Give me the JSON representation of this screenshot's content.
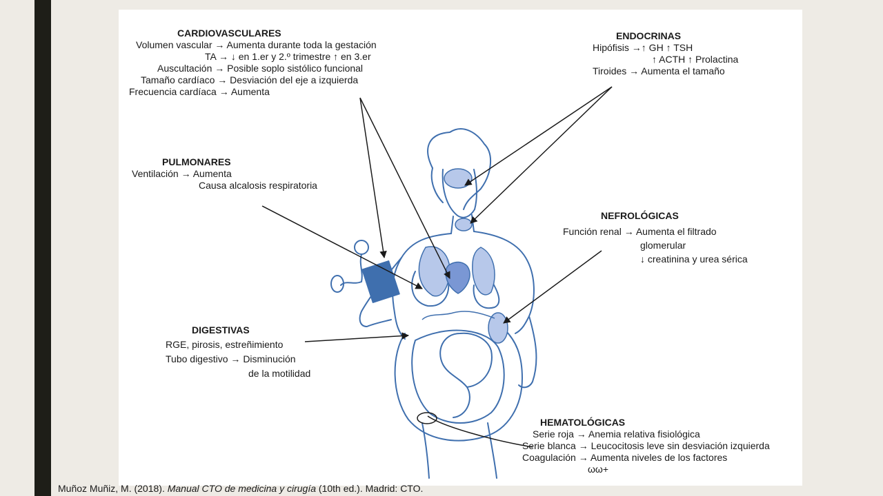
{
  "cardiovasculares": {
    "title": "CARDIOVASCULARES",
    "lines": [
      "Volumen vascular → Aumenta durante toda la gestación",
      "TA → ↓ en 1.er y 2.º trimestre ↑ en 3.er",
      "Auscultación → Posible soplo sistólico funcional",
      "Tamaño cardíaco → Desviación del eje a izquierda",
      "Frecuencia cardíaca → Aumenta"
    ]
  },
  "endocrinas": {
    "title": "ENDOCRINAS",
    "lines": [
      "Hipófisis →↑ GH ↑ TSH",
      "↑ ACTH ↑ Prolactina",
      "Tiroides → Aumenta el tamaño"
    ]
  },
  "pulmonares": {
    "title": "PULMONARES",
    "lines": [
      "Ventilación → Aumenta",
      "Causa alcalosis respiratoria"
    ]
  },
  "nefrologicas": {
    "title": "NEFROLÓGICAS",
    "lines": [
      "Función renal → Aumenta el filtrado",
      "glomerular",
      "↓ creatinina y urea sérica"
    ]
  },
  "digestivas": {
    "title": "DIGESTIVAS",
    "lines": [
      "RGE, pirosis, estreñimiento",
      "Tubo digestivo → Disminución",
      "de la motilidad"
    ]
  },
  "hematologicas": {
    "title": "HEMATOLÓGICAS",
    "lines": [
      "Serie roja → Anemia relativa fisiológica",
      "Serie blanca → Leucocitosis leve sin desviación izquierda",
      "Coagulación → Aumenta niveles de los factores",
      "ωω+"
    ]
  },
  "citation": {
    "author": "Muñoz Muñiz, M. (2018). ",
    "title": "Manual CTO de medicina y cirugía",
    "rest": " (10th ed.). Madrid: CTO."
  },
  "colors": {
    "sidebar": "#1e1e18",
    "background": "#eeebe5",
    "illustration": "#3f6fae",
    "organ_fill": "#b7c8ea"
  }
}
